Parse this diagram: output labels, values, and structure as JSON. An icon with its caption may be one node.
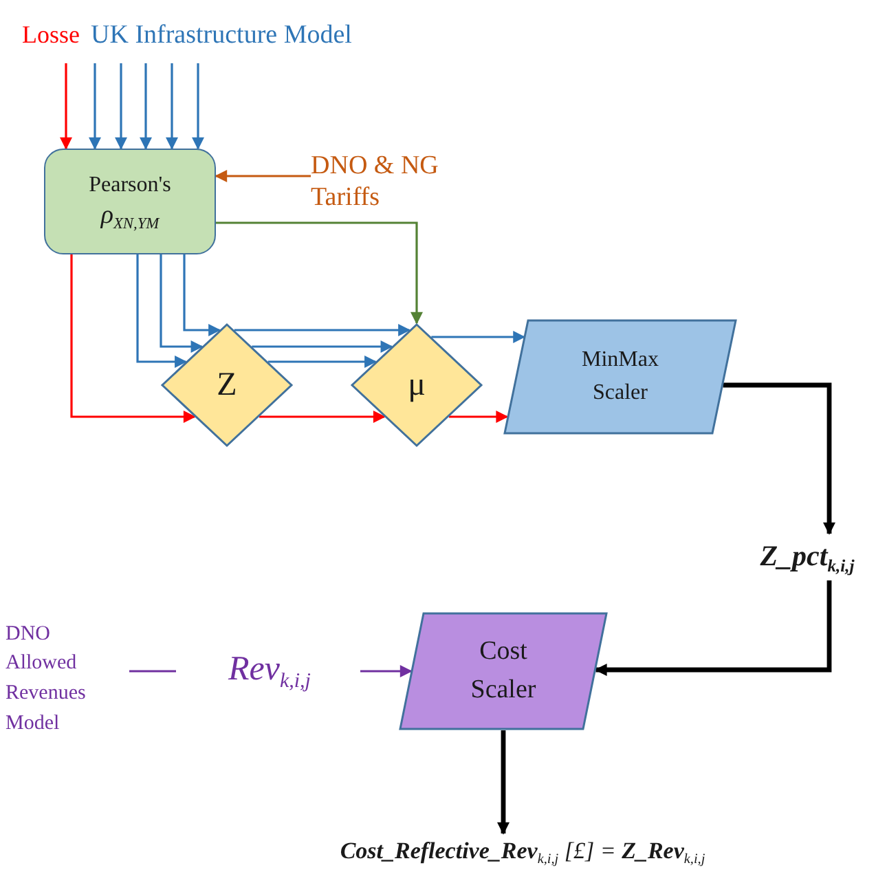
{
  "diagram": {
    "nodes": [
      {
        "text": [
          "Losse"
        ]
      },
      {
        "text": [
          "UK Infrastructure Model"
        ]
      },
      {
        "text": [
          "Pearson's",
          "ρ$_{XN,YM}$"
        ]
      },
      {
        "text": [
          "DNO & NG Tariffs"
        ]
      },
      {
        "text": [
          "Z"
        ]
      },
      {
        "text": [
          "μ"
        ]
      },
      {
        "text": [
          "MinMax Scaler"
        ]
      },
      {
        "text": [
          "Z_pct$_{k,i,j}$"
        ]
      },
      {
        "text": [
          "DNO Allowed Revenues Model"
        ]
      },
      {
        "text": [
          "Rev$_{k,i,j}$"
        ]
      },
      {
        "text": [
          "Cost Scaler"
        ]
      },
      {
        "text": [
          "**Cost_Reflective_Rev**$_{k,i,j}$ [£] = **Z_Rev**$_{k,i,j}$"
        ]
      }
    ],
    "edges": [
      {
        "from": 0,
        "to": 2,
        "arrow": "to",
        "color": "#ff0000"
      },
      {
        "from": 1,
        "to": 2,
        "arrow": "to"
      },
      {
        "from": 1,
        "to": 2,
        "arrow": "to"
      },
      {
        "from": 1,
        "to": 2,
        "arrow": "to"
      },
      {
        "from": 1,
        "to": 2,
        "arrow": "to"
      },
      {
        "from": 1,
        "to": 2,
        "arrow": "to"
      },
      {
        "from": 3,
        "to": 2,
        "arrow": "to",
        "color": "#c55a11"
      },
      {
        "from": 2,
        "to": 5,
        "arrow": "to",
        "color": "#548235"
      },
      {
        "from": 2,
        "to": 4,
        "arrow": "to"
      },
      {
        "from": 2,
        "to": 4,
        "arrow": "to"
      },
      {
        "from": 2,
        "to": 4,
        "arrow": "to"
      },
      {
        "from": 4,
        "to": 5,
        "arrow": "to"
      },
      {
        "from": 4,
        "to": 5,
        "arrow": "to"
      },
      {
        "from": 4,
        "to": 5,
        "arrow": "to"
      },
      {
        "from": 2,
        "to": 4,
        "arrow": "to",
        "color": "#ff0000"
      },
      {
        "from": 4,
        "to": 5,
        "arrow": "to",
        "color": "#ff0000"
      },
      {
        "from": 5,
        "to": 6,
        "arrow": "to"
      },
      {
        "from": 5,
        "to": 6,
        "arrow": "to",
        "color": "#ff0000"
      },
      {
        "from": 6,
        "to": 7,
        "arrow": "to",
        "style": "thick",
        "color": "#000000"
      },
      {
        "from": 7,
        "to": 10,
        "arrow": "to",
        "style": "thick",
        "color": "#000000"
      },
      {
        "from": 8,
        "to": 9,
        "arrow": "none",
        "color": "#7030a0"
      },
      {
        "from": 9,
        "to": 10,
        "arrow": "to",
        "color": "#7030a0"
      },
      {
        "from": 10,
        "to": 11,
        "arrow": "to",
        "style": "thick",
        "color": "#000000"
      }
    ]
  }
}
